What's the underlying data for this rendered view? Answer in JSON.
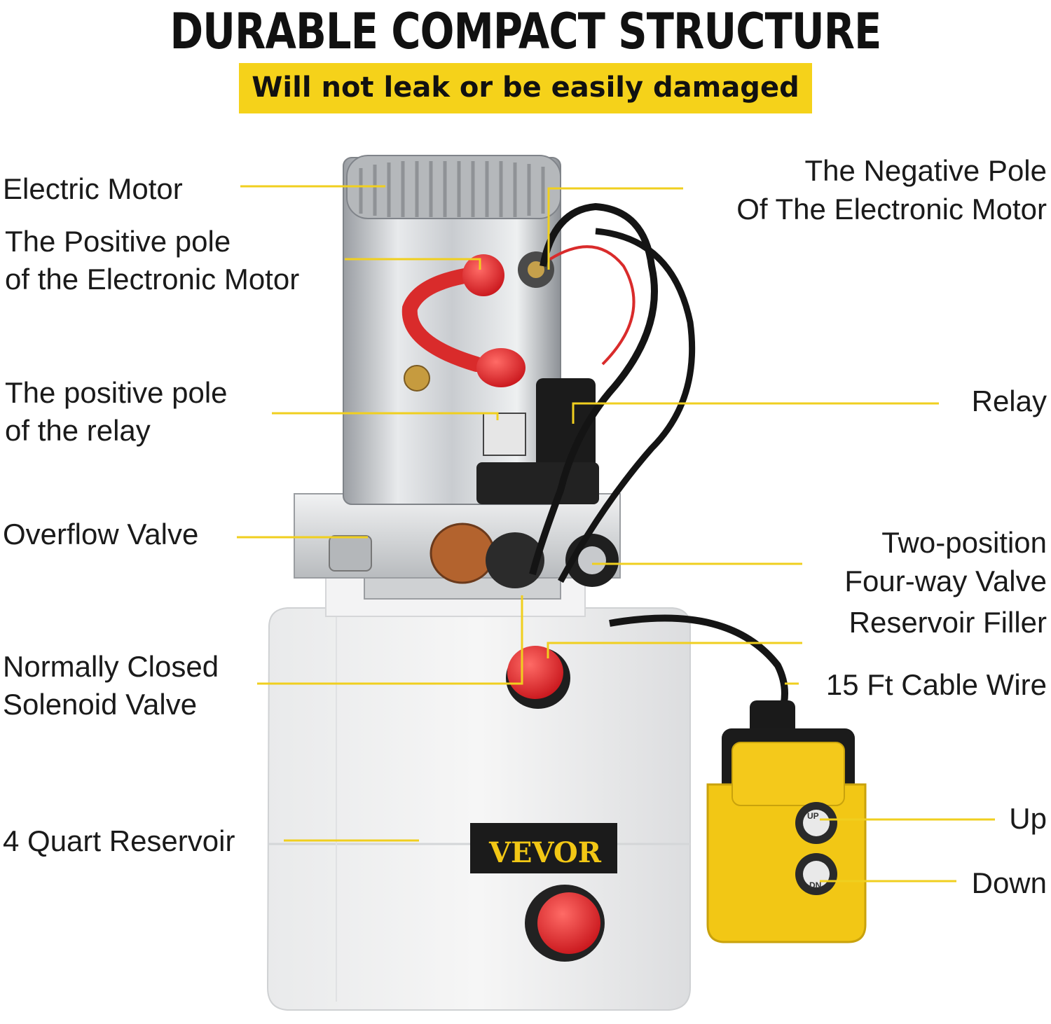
{
  "header": {
    "title": "DURABLE COMPACT STRUCTURE",
    "subtitle": "Will not leak or be easily damaged"
  },
  "colors": {
    "banner": "#f5d21a",
    "leader": "#f0cf1f",
    "pendant": "#f2c715",
    "cap_red": "#e3262b"
  },
  "labels": {
    "electric_motor": "Electric Motor",
    "positive_pole_motor_1": "The Positive pole",
    "positive_pole_motor_2": "of the Electronic Motor",
    "positive_pole_relay_1": "The positive pole",
    "positive_pole_relay_2": "of the relay",
    "overflow_valve": "Overflow Valve",
    "solenoid_valve_1": "Normally Closed",
    "solenoid_valve_2": "Solenoid Valve",
    "reservoir": "4 Quart Reservoir",
    "negative_pole_1": "The Negative Pole",
    "negative_pole_2": "Of The Electronic Motor",
    "relay": "Relay",
    "four_way_valve_1": "Two-position",
    "four_way_valve_2": "Four-way Valve",
    "reservoir_filler": "Reservoir Filler",
    "cable_wire": "15 Ft Cable Wire",
    "up": "Up",
    "down": "Down"
  },
  "product": {
    "brand": "VEVOR",
    "button_up": "UP",
    "button_down": "DN"
  }
}
